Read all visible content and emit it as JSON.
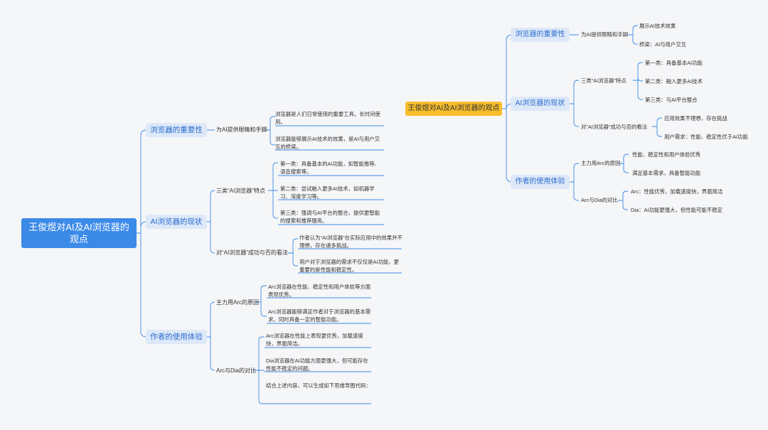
{
  "left": {
    "root": "王俊煜对AI及AI浏览器的观点",
    "branches": [
      {
        "label": "浏览器的重要性",
        "children": [
          {
            "label": "为AI提供眼睛和手脚",
            "leaves": [
              "浏览器是人们日常使用的重要工具，长时间使用。",
              "浏览器能够展示AI技术的效果，是AI与用户交互的桥梁。"
            ]
          }
        ]
      },
      {
        "label": "AI浏览器的现状",
        "children": [
          {
            "label": "三类“AI浏览器”特点",
            "leaves": [
              "第一类：具备基本的AI功能，如智能推荐、语音搜索等。",
              "第二类：尝试融入更多AI技术，如机器学习、深度学习等。",
              "第三类：强调与AI平台的整合，提供更智能的搜索和推荐服务。"
            ]
          },
          {
            "label": "对“AI浏览器”成功与否的看法",
            "leaves": [
              "作者认为“AI浏览器”在实际应用中的效果并不理想，存在诸多挑战。",
              "用户对于浏览器的需求不仅仅是AI功能，更重要的是性能和稳定性。"
            ]
          }
        ]
      },
      {
        "label": "作者的使用体验",
        "children": [
          {
            "label": "主力用Arc的原因",
            "leaves": [
              "Arc浏览器在性能、稳定性和用户体验等方面表现优秀。",
              "Arc浏览器能够满足作者对于浏览器的基本需求，同时具备一定的智能功能。"
            ]
          },
          {
            "label": "Arc与Dia的对比",
            "leaves": [
              "Arc浏览器在性能上表现更优秀，加载速度快，界面简洁。",
              "Dia浏览器在AI功能方面更强大，但可能存在性能不稳定的问题。",
              "结合上述内容，可以生成如下思维导图代码："
            ]
          }
        ]
      }
    ]
  },
  "right": {
    "root": "王俊煜对AI及AI浏览器的观点",
    "branches": [
      {
        "label": "浏览器的重要性",
        "children": [
          {
            "label": "为AI提供眼睛和手脚",
            "leaves": [
              "展示AI技术效果",
              "桥梁：AI与用户交互"
            ]
          }
        ]
      },
      {
        "label": "AI浏览器的现状",
        "children": [
          {
            "label": "三类“AI浏览器”特点",
            "leaves": [
              "第一类：具备基本AI功能",
              "第二类：融入更多AI技术",
              "第三类：与AI平台整合"
            ]
          },
          {
            "label": "对“AI浏览器”成功与否的看法",
            "leaves": [
              "应用效果不理想，存在挑战",
              "用户需求：性能、稳定性优于AI功能"
            ]
          }
        ]
      },
      {
        "label": "作者的使用体验",
        "children": [
          {
            "label": "主力用Arc的原因",
            "leaves": [
              "性能、稳定性和用户体验优秀",
              "满足基本需求，具备智能功能"
            ]
          },
          {
            "label": "Arc与Dia的对比",
            "leaves": [
              "Arc：性能优秀，加载速度快，界面简洁",
              "Dia：AI功能更强大，但性能可能不稳定"
            ]
          }
        ]
      }
    ]
  },
  "colors": {
    "line": "#3c8ae8",
    "root_left": "#3c8ae8",
    "root_right": "#f7bd2c",
    "branch_bg": "#dde8f8",
    "branch_text": "#2a6ed1"
  }
}
